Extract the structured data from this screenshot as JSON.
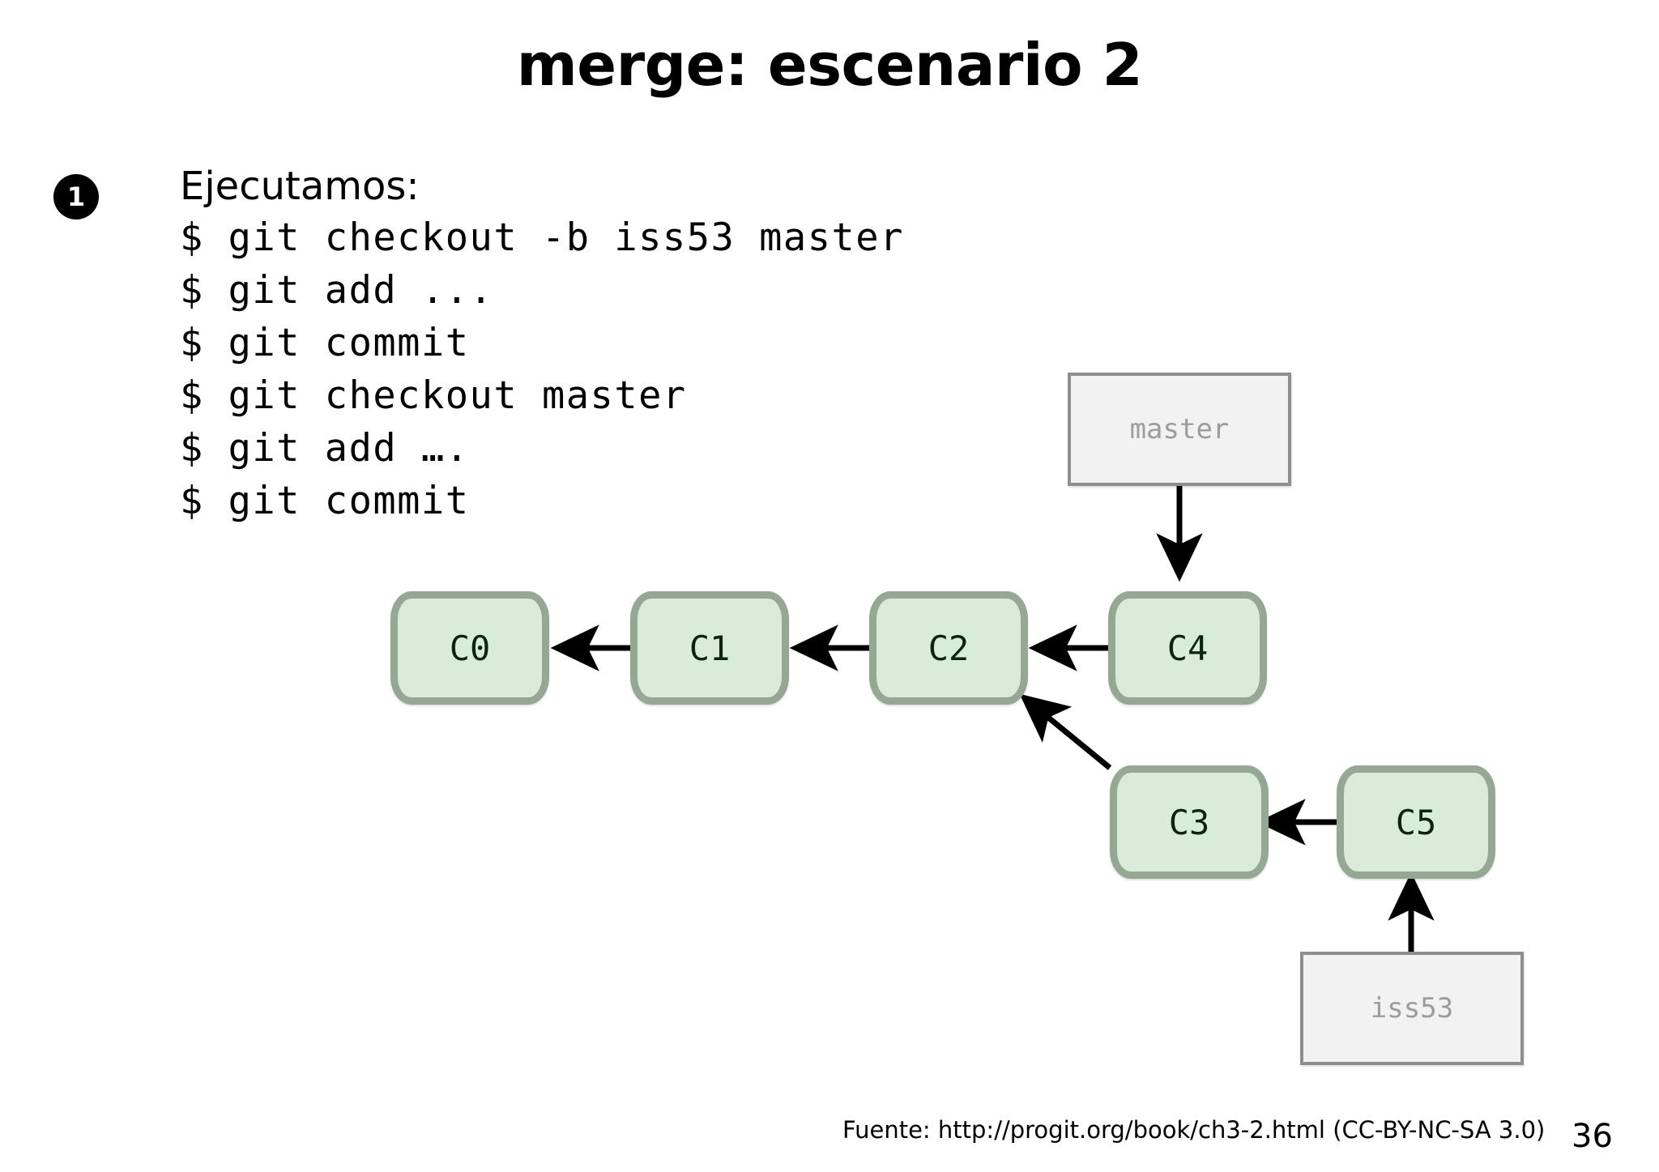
{
  "slide": {
    "title": "merge: escenario 2",
    "page_number": "36",
    "background_color": "#ffffff"
  },
  "bullet": {
    "number": "1",
    "label": "Ejecutamos:"
  },
  "commands": [
    "$ git checkout -b iss53 master",
    "$ git add ...",
    "$ git commit",
    "$ git checkout master",
    "$ git add ….",
    "$ git commit"
  ],
  "diagram": {
    "node_fill": "#d9ecd9",
    "node_border": "#94a894",
    "label_fill": "#f2f2f2",
    "label_border": "#8e8e8e",
    "label_text_color": "#9c9c9c",
    "arrow_color": "#000000",
    "commits": [
      {
        "id": "c0",
        "label": "C0"
      },
      {
        "id": "c1",
        "label": "C1"
      },
      {
        "id": "c2",
        "label": "C2"
      },
      {
        "id": "c4",
        "label": "C4"
      },
      {
        "id": "c3",
        "label": "C3"
      },
      {
        "id": "c5",
        "label": "C5"
      }
    ],
    "branches": [
      {
        "id": "master",
        "label": "master"
      },
      {
        "id": "iss53",
        "label": "iss53"
      }
    ],
    "edges": [
      {
        "from": "C1",
        "to": "C0"
      },
      {
        "from": "C2",
        "to": "C1"
      },
      {
        "from": "C4",
        "to": "C2"
      },
      {
        "from": "C3",
        "to": "C2"
      },
      {
        "from": "C5",
        "to": "C3"
      },
      {
        "from": "master",
        "to": "C4"
      },
      {
        "from": "iss53",
        "to": "C5"
      }
    ]
  },
  "footer": {
    "source": "Fuente: http://progit.org/book/ch3-2.html  (CC-BY-NC-SA 3.0)"
  }
}
